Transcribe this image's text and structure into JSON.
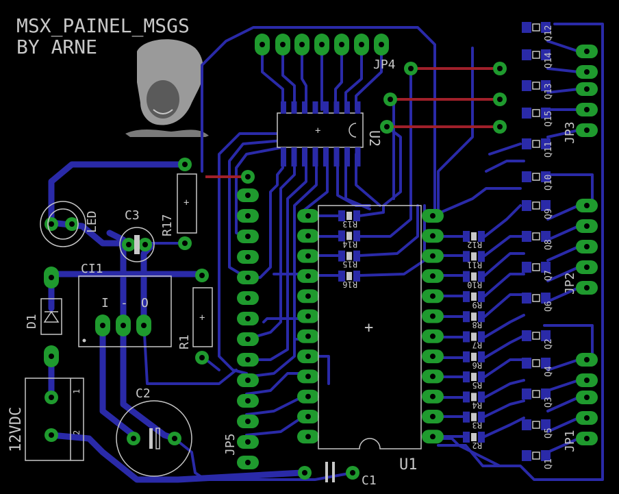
{
  "title": {
    "line1": "MSX_PAINEL_MSGS",
    "line2": "BY ARNE"
  },
  "labels": {
    "jp4": "JP4",
    "u2": "U2",
    "r17": "R17",
    "c3": "C3",
    "led": "LED",
    "ci1": "CI1",
    "ci1_i": "I",
    "ci1_g": "-",
    "ci1_o": "O",
    "d1": "D1",
    "r1": "R1",
    "c2": "C2",
    "power": "12VDC",
    "pin1": "1",
    "pin2": "2",
    "jp5": "JP5",
    "c1": "C1",
    "u1": "U1",
    "jp1": "JP1",
    "jp2": "JP2",
    "jp3": "JP3"
  },
  "left_resistors": [
    "R13",
    "R14",
    "R15",
    "R16"
  ],
  "right_resistors": [
    "R12",
    "R11",
    "R10",
    "R9",
    "R8",
    "R7",
    "R6",
    "R5",
    "R4",
    "R3",
    "R2"
  ],
  "leds": [
    "Q12",
    "Q14",
    "Q13",
    "Q15",
    "Q11",
    "Q10",
    "Q9",
    "Q8",
    "Q7",
    "Q6",
    "Q2",
    "Q4",
    "Q3",
    "Q5",
    "Q1"
  ],
  "colors": {
    "background": "#000000",
    "trace": "#2a2aa8",
    "pad": "#1f9a2e",
    "jumper": "#a0202a",
    "silkscreen": "#c8c8c8"
  }
}
